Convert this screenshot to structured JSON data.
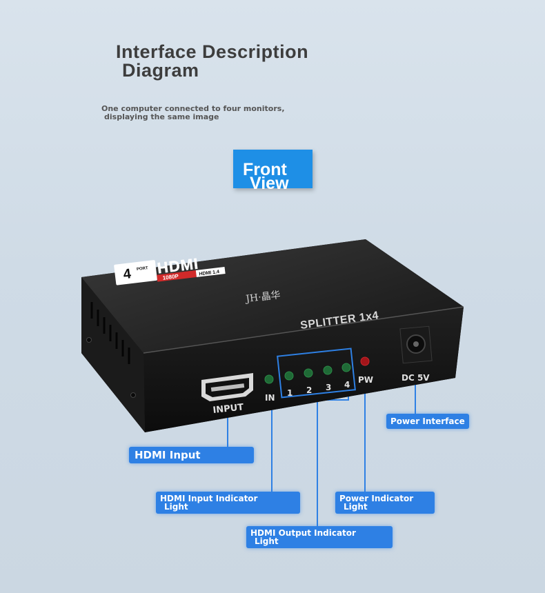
{
  "header": {
    "title_line1": "Interface Description",
    "title_line2": "Diagram",
    "subtitle_line1": "One computer connected to four monitors,",
    "subtitle_line2": "displaying the same image"
  },
  "badge": {
    "line1": "Front",
    "line2": "View"
  },
  "device": {
    "logo_number": "4",
    "logo_port": "PORT",
    "logo_brand": "HDMI",
    "logo_res": "1080P",
    "logo_ver": "HDMI 1.4",
    "maker": "JH·晶华",
    "model": "SPLITTER 1x4",
    "input_label": "INPUT",
    "in_label": "IN",
    "out_labels": [
      "1",
      "2",
      "3",
      "4"
    ],
    "pw_label": "PW",
    "dc_label": "DC 5V"
  },
  "callouts": {
    "power_interface": "Power Interface",
    "hdmi_input": "HDMI Input",
    "input_indicator_line1": "HDMI Input Indicator",
    "input_indicator_line2": "Light",
    "power_indicator_line1": "Power Indicator",
    "power_indicator_line2": "Light",
    "output_indicator_line1": "HDMI Output Indicator",
    "output_indicator_line2": "Light"
  },
  "colors": {
    "accent_blue": "#2e80e4",
    "led_green": "#1f6a36",
    "led_red": "#a3151a",
    "device_body": "#222222"
  }
}
